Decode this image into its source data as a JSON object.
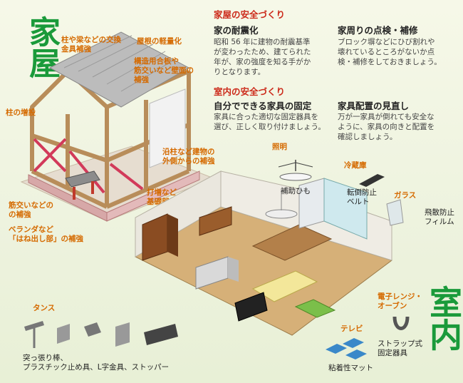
{
  "titles": {
    "house": "家屋",
    "indoor": "室内"
  },
  "house_labels": {
    "pillar_beam": "柱や梁などの交換\n金具補強",
    "roof_light": "屋根の軽量化",
    "structural_ply": "構造用合板や\n筋交いなど壁面の\n補強",
    "pillar_add": "柱の増設",
    "exterior": "沿柱など建物の\n外側からの補強",
    "foundation": "打増など\n基礎部分の補強",
    "brace": "筋交いなどの\nの補強",
    "veranda": "ベランダなど\n「はね出し部」の補強"
  },
  "safety_house": {
    "section": "家屋の安全づくり",
    "item1_title": "家の耐震化",
    "item1_body": "昭和 56 年に建物の耐震基準\nが変わったため、建てられた\n年が、家の強度を知る手がか\nりとなります。",
    "item2_title": "家周りの点検・補修",
    "item2_body": "ブロック塀などにひび割れや\n壊れているところがないか点\n検・補修をしておきましょう。"
  },
  "safety_indoor": {
    "section": "室内の安全づくり",
    "item1_title": "自分でできる家具の固定",
    "item1_body": "家具に合った適切な固定器具を\n選び、正しく取り付けましょう。",
    "item2_title": "家具配置の見直し",
    "item2_body": "万が一家具が倒れても安全な\nように、家具の向きと配置を\n確認しましょう。"
  },
  "indoor_labels": {
    "lighting": "照明",
    "aux_string": "補助ひも",
    "fridge": "冷蔵庫",
    "tip_belt": "転倒防止\nベルト",
    "glass": "ガラス",
    "film": "飛散防止\nフィルム",
    "microwave": "電子レンジ・\nオーブン",
    "strap": "ストラップ式\n固定器具",
    "tv": "テレビ",
    "mat": "粘着性マット",
    "chest": "タンス",
    "chest_fixtures": "突っ張り棒、\nプラスチック止め具、L字金具、ストッパー"
  },
  "colors": {
    "green": "#1a9a3a",
    "orange": "#d56a00",
    "red": "#cc2a1a"
  }
}
